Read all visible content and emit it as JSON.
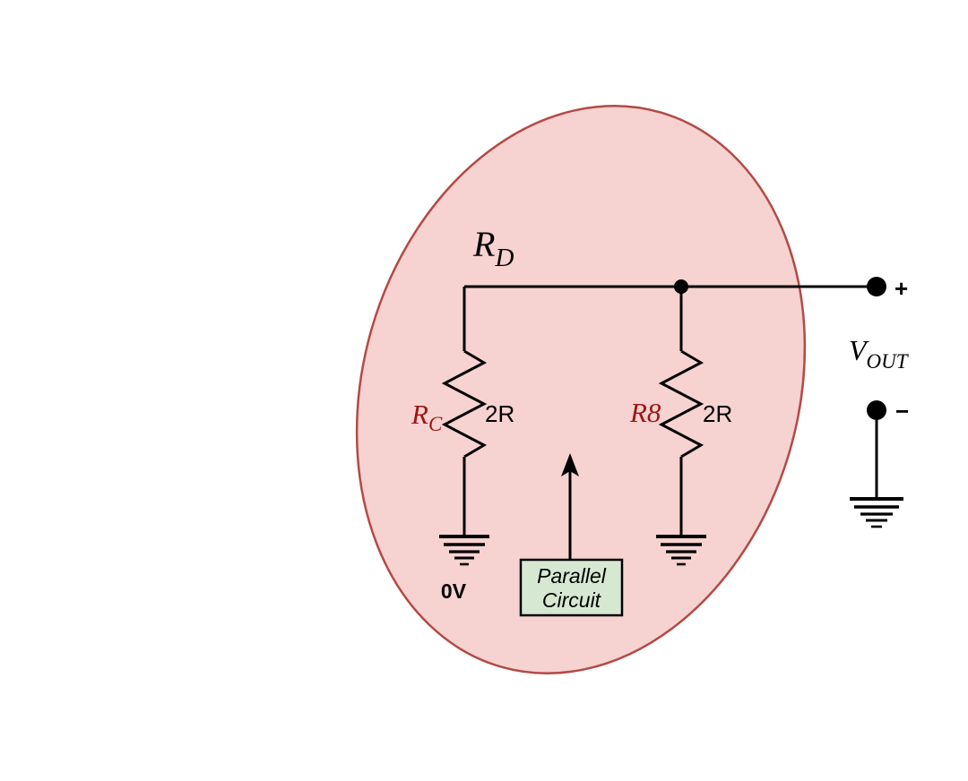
{
  "diagram": {
    "title_region_label": "",
    "colors": {
      "ellipse_fill": "#f6d2d0",
      "ellipse_stroke": "#b34a46",
      "wire": "#000000",
      "resistor_name": "#9b1515",
      "box_fill": "#d6e8d2",
      "box_stroke": "#000000",
      "background": "#ffffff"
    },
    "group_label": {
      "base": "R",
      "subscript": "D"
    },
    "resistors": [
      {
        "name_base": "R",
        "name_subscript": "C",
        "value": "2R",
        "side": "left"
      },
      {
        "name_base": "R8",
        "name_subscript": "",
        "value": "2R",
        "side": "right"
      }
    ],
    "ground_left_label": "0V",
    "ground_right_label": "",
    "callout": {
      "line1": "Parallel",
      "line2": "Circuit"
    },
    "output": {
      "plus_label": "+",
      "minus_label": "−",
      "name_base": "V",
      "name_subscript": "OUT"
    }
  }
}
